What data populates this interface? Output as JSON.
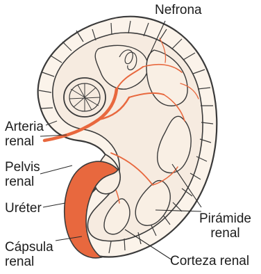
{
  "labels": {
    "nefrona": "Nefrona",
    "arteria_renal": [
      "Arteria",
      "renal"
    ],
    "pelvis_renal": [
      "Pelvis",
      "renal"
    ],
    "ureter": "Uréter",
    "capsula_renal": [
      "Cápsula",
      "renal"
    ],
    "piramide_renal": [
      "Pirámide",
      "renal"
    ],
    "corteza_renal": "Corteza renal"
  },
  "colors": {
    "outline": "#3a3a3a",
    "vessel": "#e8683e",
    "tissue": "#fbf3ea",
    "medulla": "#f6ebe0",
    "text": "#1c1c1c"
  }
}
